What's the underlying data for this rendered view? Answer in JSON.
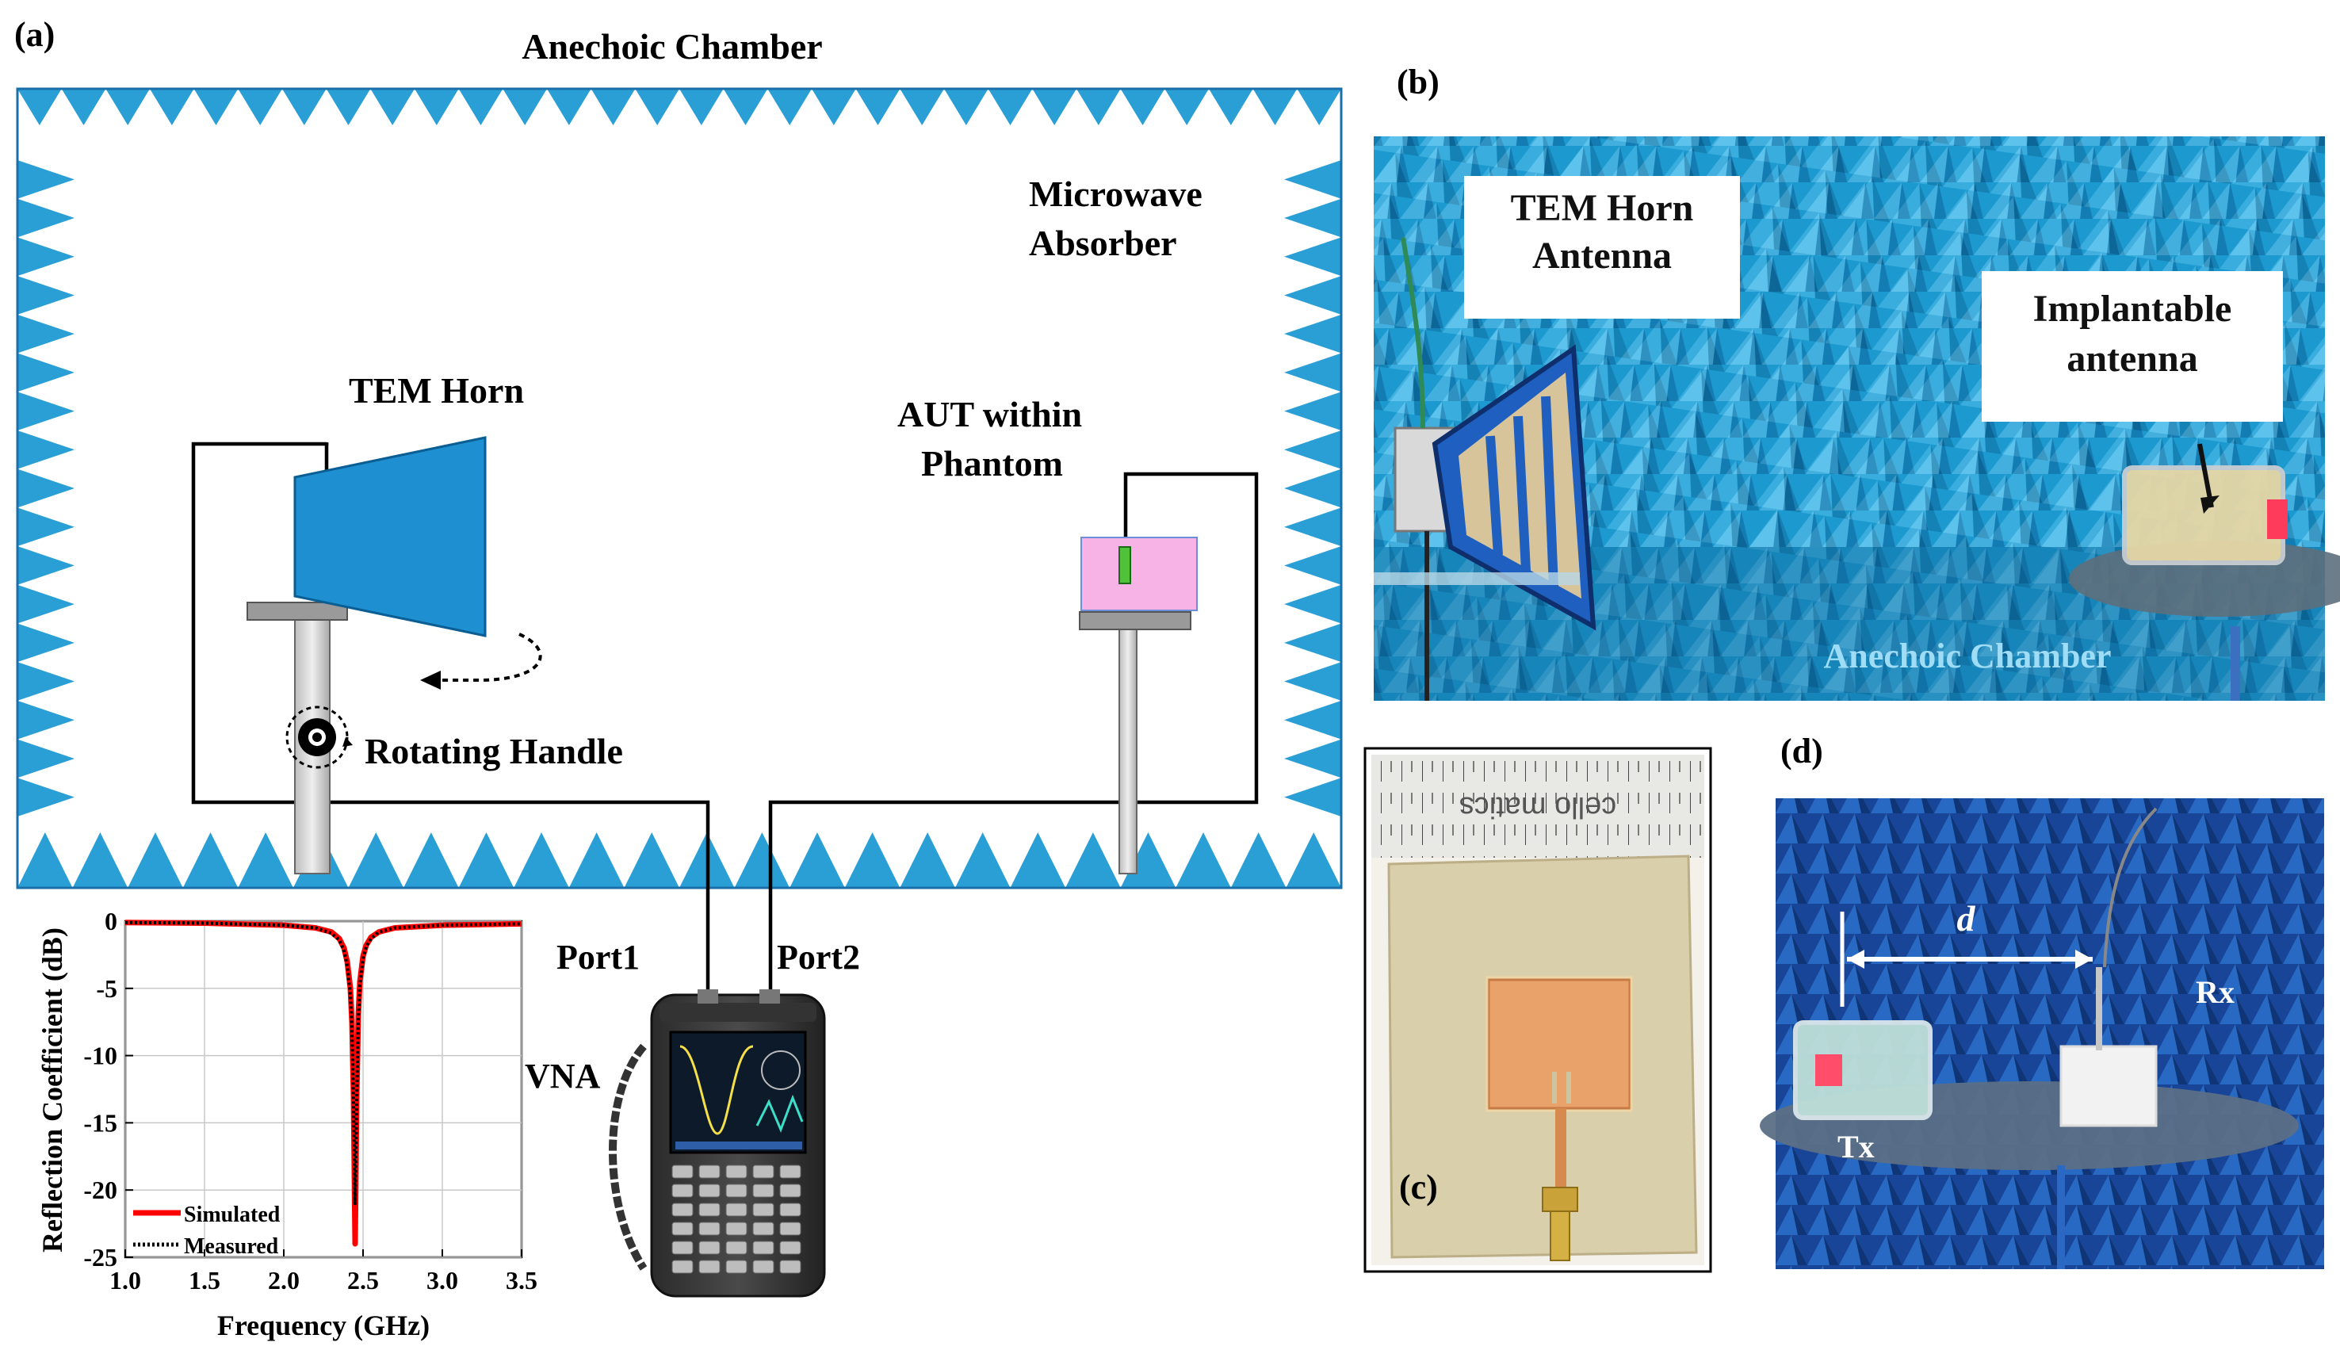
{
  "panels": {
    "a": "(a)",
    "b": "(b)",
    "c": "(c)",
    "d": "(d)"
  },
  "diagram": {
    "chamber_title": "Anechoic Chamber",
    "absorber_line1": "Microwave",
    "absorber_line2": "Absorber",
    "horn_label": "TEM Horn",
    "aut_line1": "AUT within",
    "aut_line2": "Phantom",
    "rotating_handle": "Rotating Handle",
    "port1": "Port1",
    "port2": "Port2",
    "vna": "VNA"
  },
  "photo_b": {
    "callout_horn_line1": "TEM Horn",
    "callout_horn_line2": "Antenna",
    "callout_implant_line1": "Implantable",
    "callout_implant_line2": "antenna",
    "chamber_caption": "Anechoic Chamber"
  },
  "photo_c": {
    "ruler_text": "cello matics"
  },
  "photo_d": {
    "distance_label": "d",
    "rx_label": "Rx",
    "tx_label": "Tx"
  },
  "colors": {
    "absorber_blue": "#2a9fd6",
    "horn_blue": "#1a8fd0",
    "phantom_pink": "#f7b3e6",
    "simulated_red": "#ff0000",
    "measured_black": "#000000"
  },
  "chart_data": {
    "type": "line",
    "xlabel": "Frequency (GHz)",
    "ylabel": "Reflection Coefficient (dB)",
    "xlim": [
      1.0,
      3.5
    ],
    "ylim": [
      -25,
      0
    ],
    "x_ticks": [
      "1.0",
      "1.5",
      "2.0",
      "2.5",
      "3.0",
      "3.5"
    ],
    "y_ticks": [
      "0",
      "-5",
      "-10",
      "-15",
      "-20",
      "-25"
    ],
    "grid": true,
    "legend_position": "bottom-left",
    "series": [
      {
        "name": "Simulated",
        "color": "#ff0000",
        "style": "solid",
        "x": [
          1.0,
          1.5,
          2.0,
          2.2,
          2.3,
          2.35,
          2.38,
          2.4,
          2.42,
          2.43,
          2.44,
          2.45,
          2.46,
          2.47,
          2.48,
          2.5,
          2.52,
          2.55,
          2.6,
          2.7,
          3.0,
          3.5
        ],
        "y": [
          -0.1,
          -0.15,
          -0.3,
          -0.5,
          -0.8,
          -1.3,
          -2.0,
          -3.0,
          -5.0,
          -7.5,
          -13.0,
          -24.0,
          -13.0,
          -7.0,
          -4.5,
          -2.6,
          -1.8,
          -1.2,
          -0.8,
          -0.5,
          -0.3,
          -0.2
        ]
      },
      {
        "name": "Measured",
        "color": "#000000",
        "style": "dotted",
        "x": [
          1.0,
          1.5,
          2.0,
          2.2,
          2.3,
          2.35,
          2.38,
          2.4,
          2.42,
          2.43,
          2.44,
          2.45,
          2.46,
          2.47,
          2.48,
          2.5,
          2.52,
          2.55,
          2.6,
          2.7,
          3.0,
          3.5
        ],
        "y": [
          -0.1,
          -0.15,
          -0.3,
          -0.5,
          -0.9,
          -1.4,
          -2.2,
          -3.3,
          -5.5,
          -8.0,
          -13.5,
          -21.0,
          -13.5,
          -7.5,
          -4.8,
          -2.8,
          -1.9,
          -1.3,
          -0.8,
          -0.5,
          -0.3,
          -0.2
        ]
      }
    ]
  }
}
